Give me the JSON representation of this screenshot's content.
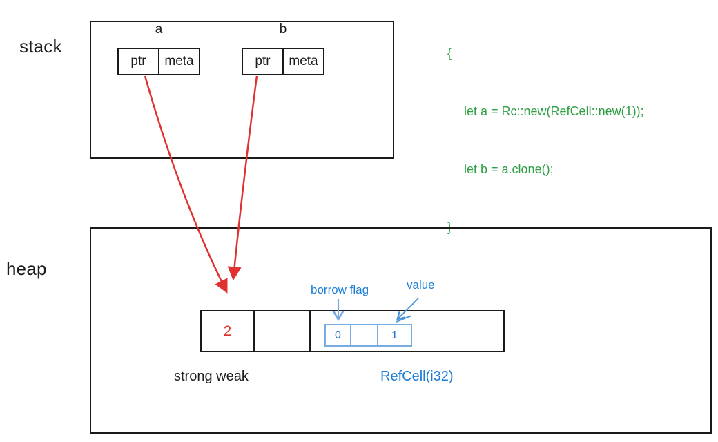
{
  "stack": {
    "label": "stack",
    "variables": [
      {
        "name": "a",
        "cells": [
          "ptr",
          "meta"
        ]
      },
      {
        "name": "b",
        "cells": [
          "ptr",
          "meta"
        ]
      }
    ]
  },
  "code": {
    "lines": [
      "{",
      "let a = Rc::new(RefCell::new(1));",
      "let b = a.clone();",
      "}"
    ]
  },
  "heap": {
    "label": "heap",
    "rc_box": {
      "strong_count": "2",
      "weak_count": "",
      "counts_label": "strong weak"
    },
    "refcell": {
      "borrow_flag_label": "borrow flag",
      "value_label": "value",
      "borrow_flag": "0",
      "value": "1",
      "type_label": "RefCell(i32)"
    }
  },
  "colors": {
    "arrow_red": "#e03131",
    "code_green": "#2f9e44",
    "label_blue": "#1c7ed6",
    "box_light_blue": "#79ade2",
    "ink_dark": "#1d1d1f"
  }
}
